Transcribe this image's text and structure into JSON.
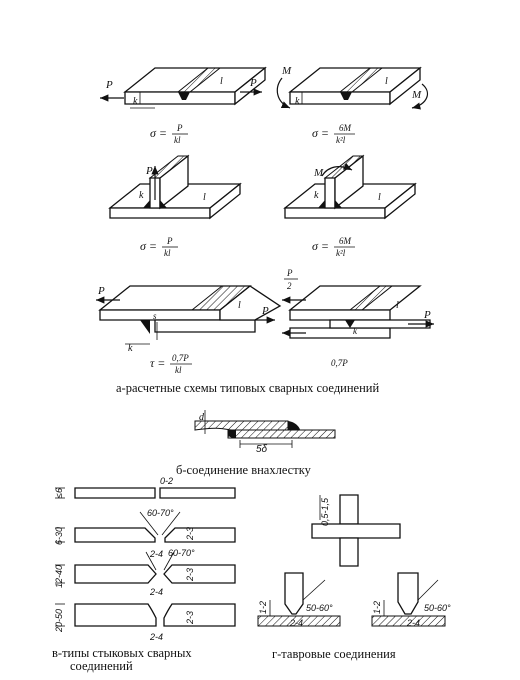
{
  "captions": {
    "a": "а-расчетные схемы  типовых  сварных  соединений",
    "b": "б-соединение внахлестку",
    "v_line1": "в-типы стыковых сварных",
    "v_line2": "соединений",
    "g": "г-тавровые соединения"
  },
  "formulas": {
    "f1_lhs": "σ =",
    "f1_num": "P",
    "f1_den": "kl",
    "f2_lhs": "σ =",
    "f2_num": "6M",
    "f2_den": "k²l",
    "f3_lhs": "σ =",
    "f3_num": "P",
    "f3_den": "kl",
    "f4_lhs": "σ =",
    "f4_num": "6M",
    "f4_den": "k²l",
    "f5_lhs": "τ =",
    "f5_num": "0,7P",
    "f5_den": "kl",
    "f6": "0,7P",
    "half_p_num": "P",
    "half_p_den": "2"
  },
  "labels": {
    "p": "P",
    "m": "M",
    "k": "k",
    "l": "l",
    "s": "s",
    "d": "d",
    "lap": "5δ"
  },
  "butt": {
    "t1": "≤6",
    "gap1": "0-2",
    "t2": "6-30",
    "ang2": "60-70°",
    "gap2": "2-4",
    "root2": "2-3",
    "t3": "12-40",
    "ang3": "60-70°",
    "gap3": "2-4",
    "root3": "2-3",
    "t4": "20-50",
    "gap4": "2-4",
    "root4": "2-3"
  },
  "tee": {
    "gap": "0,5-1,5",
    "root_l": "1-2",
    "ang_l": "50-60°",
    "gap_l": "2-4",
    "root_r": "1-2",
    "ang_r": "50-60°",
    "gap_r": "2-4"
  }
}
